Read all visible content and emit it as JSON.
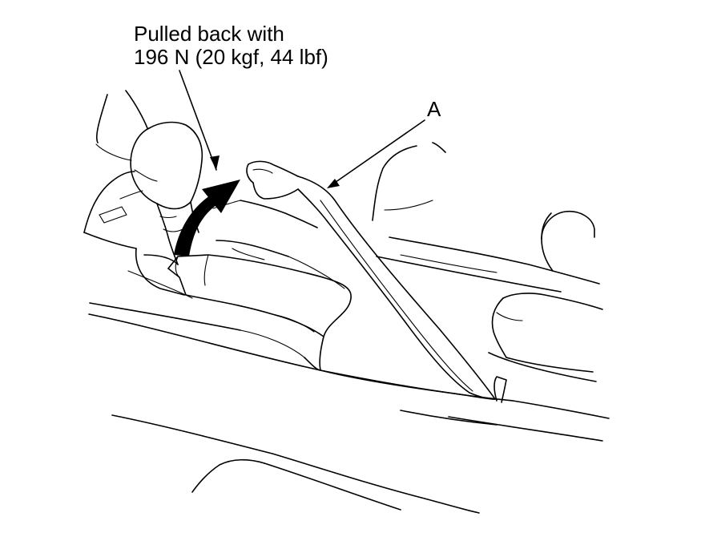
{
  "annotation": {
    "line1": "Pulled back with",
    "line2": "196 N (20 kgf, 44 lbf)"
  },
  "part_label": "A",
  "colors": {
    "ink": "#000000",
    "background": "#ffffff"
  }
}
